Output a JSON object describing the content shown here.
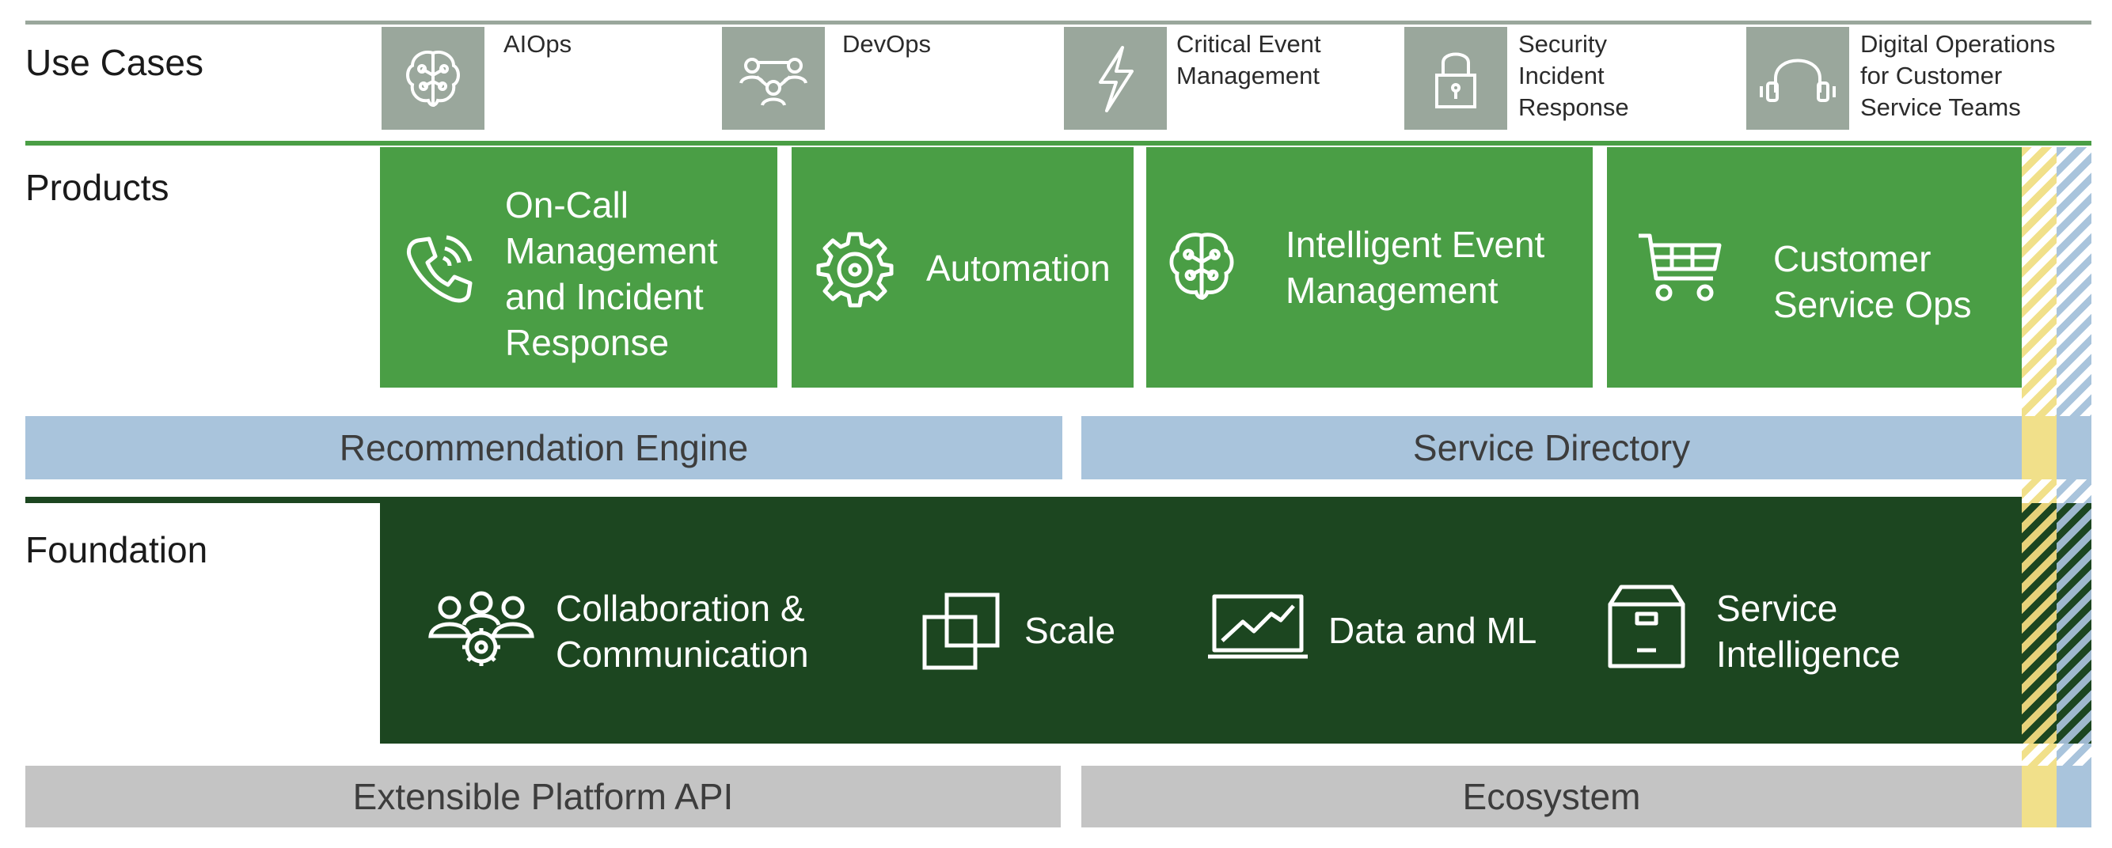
{
  "rows": {
    "use_cases": "Use Cases",
    "products": "Products",
    "foundation": "Foundation"
  },
  "use_cases": [
    {
      "label": "AIOps",
      "icon": "brain-icon"
    },
    {
      "label": "DevOps",
      "icon": "team-network-icon"
    },
    {
      "label": "Critical Event\nManagement",
      "icon": "lightning-icon"
    },
    {
      "label": "Security\nIncident\nResponse",
      "icon": "lock-icon"
    },
    {
      "label": "Digital Operations\nfor Customer\nService Teams",
      "icon": "headset-icon"
    }
  ],
  "products": [
    {
      "label": "On-Call\nManagement\nand Incident\nResponse",
      "icon": "phone-ringing-icon"
    },
    {
      "label": "Automation",
      "icon": "gear-icon"
    },
    {
      "label": "Intelligent Event\nManagement",
      "icon": "brain-icon"
    },
    {
      "label": "Customer\nService Ops",
      "icon": "shopping-cart-icon"
    }
  ],
  "middle_bars": {
    "left": "Recommendation Engine",
    "right": "Service Directory"
  },
  "foundation": [
    {
      "label": "Collaboration &\nCommunication",
      "icon": "people-gear-icon"
    },
    {
      "label": "Scale",
      "icon": "overlapping-squares-icon"
    },
    {
      "label": "Data and ML",
      "icon": "line-chart-icon"
    },
    {
      "label": "Service\nIntelligence",
      "icon": "archive-box-icon"
    }
  ],
  "bottom_bars": {
    "left": "Extensible Platform API",
    "right": "Ecosystem"
  },
  "colors": {
    "products_green": "#4a9e45",
    "foundation_dark": "#1c4620",
    "use_case_icon_bg": "#9aa79c",
    "bar_blue": "#a9c4dc",
    "bar_grey": "#c4c4c4",
    "stripe_yellow": "#f1e08a"
  }
}
